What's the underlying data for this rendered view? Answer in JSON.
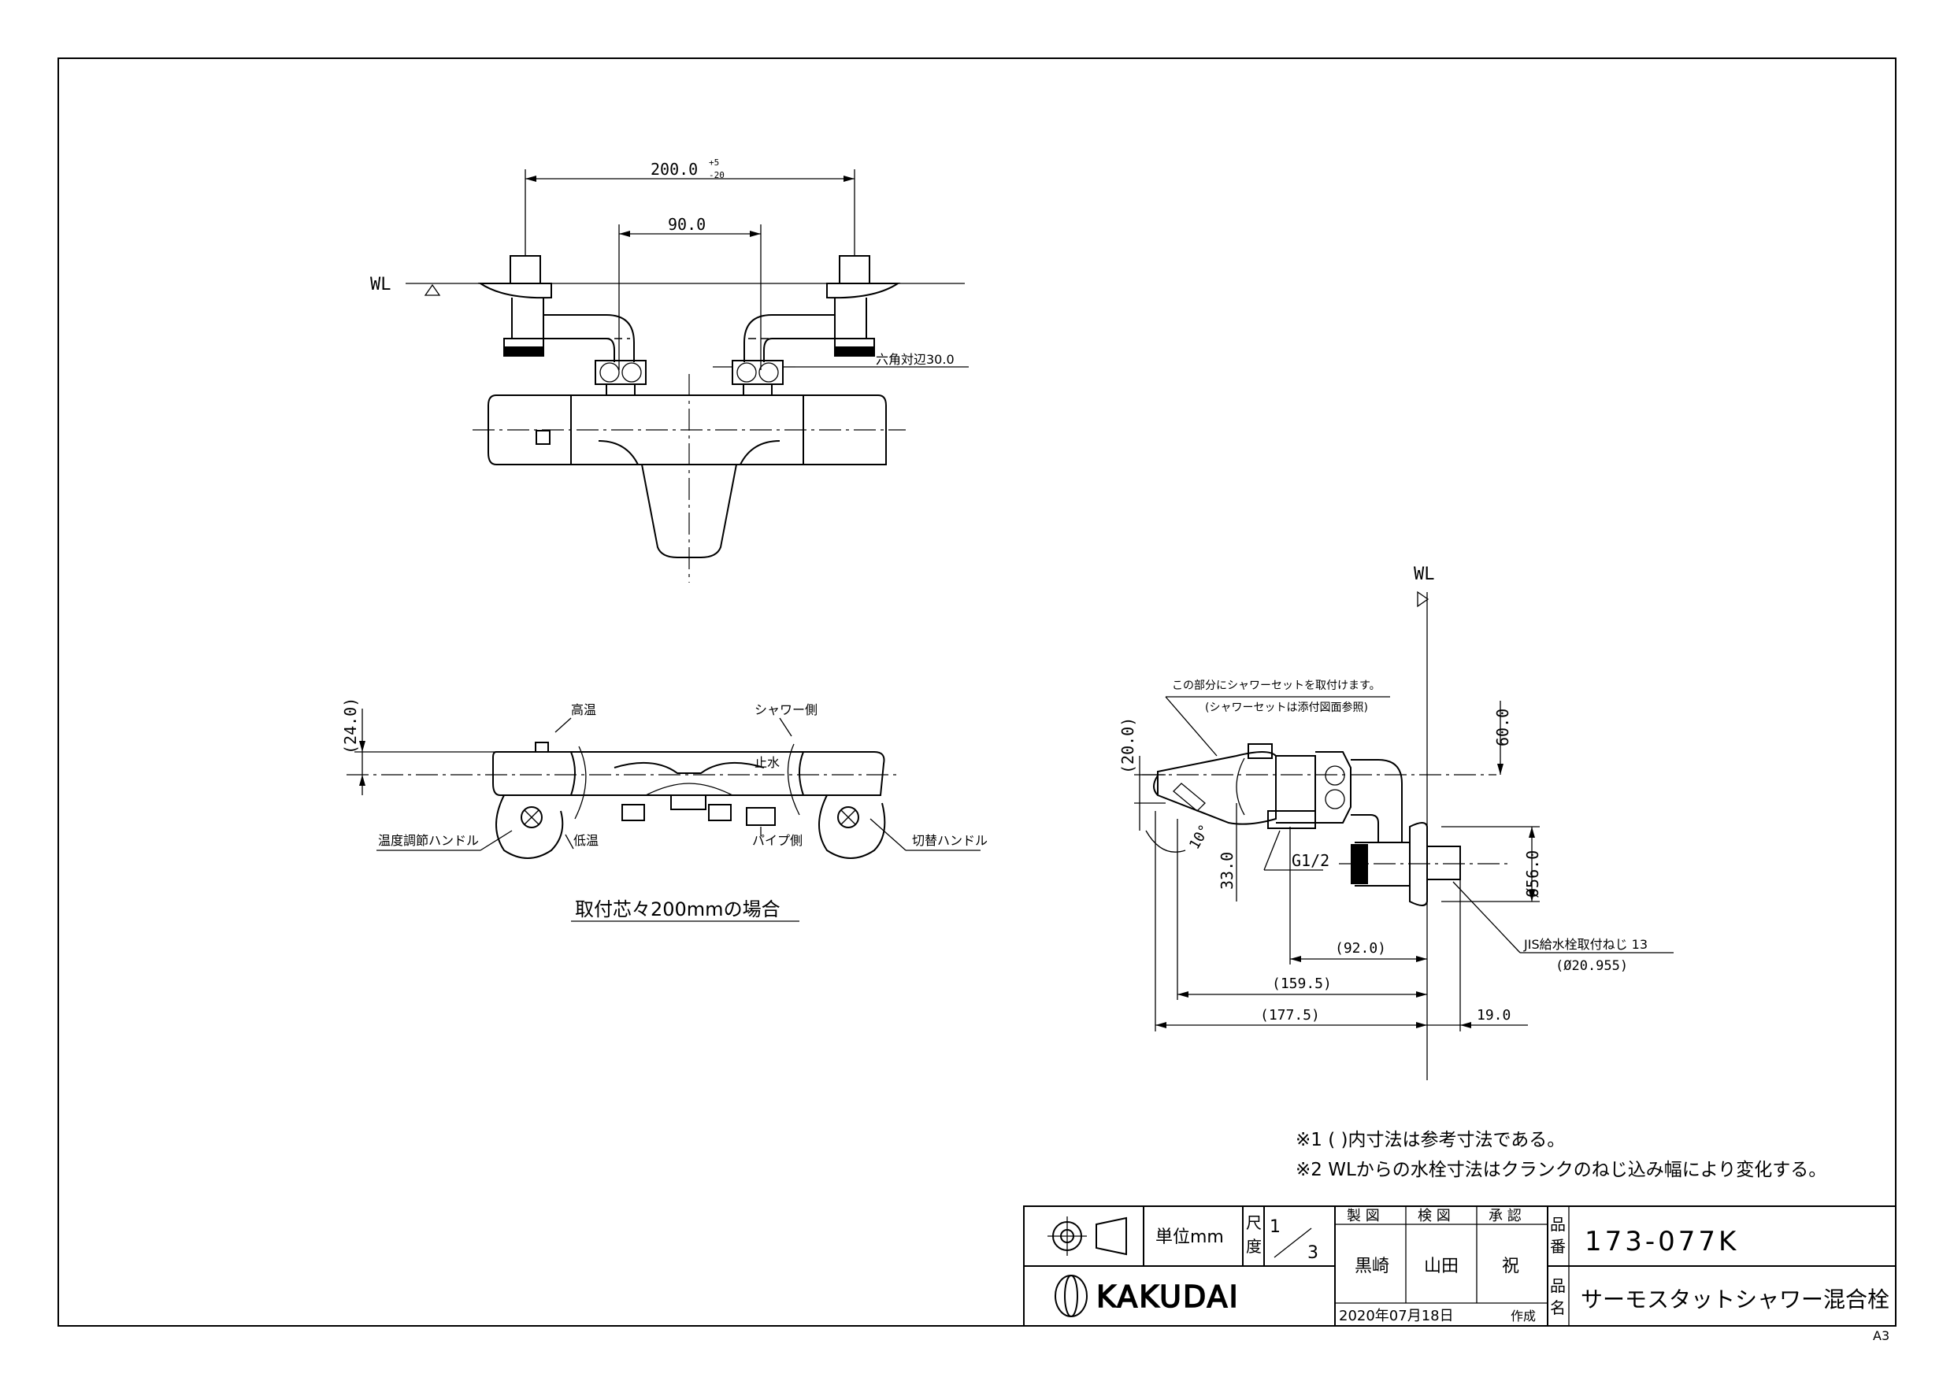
{
  "drawing": {
    "top_view": {
      "dim_overall": "200.0",
      "dim_overall_tol_upper": "+5",
      "dim_overall_tol_lower": "-20",
      "dim_center": "90.0",
      "wl_label": "WL",
      "hex_label": "六角対辺30.0"
    },
    "front_view": {
      "dim_height": "(24.0)",
      "label_high_temp": "高温",
      "label_low_temp": "低温",
      "label_temp_handle": "温度調節ハンドル",
      "label_shower_side": "シャワー側",
      "label_stop_water": "止水",
      "label_pipe_side": "パイプ側",
      "label_switch_handle": "切替ハンドル",
      "caption": "取付芯々200mmの場合"
    },
    "side_view": {
      "wl_label": "WL",
      "note_shower_1": "この部分にシャワーセットを取付けます。",
      "note_shower_2": "(シャワーセットは添付図面参照)",
      "dim_20": "(20.0)",
      "dim_60": "60.0",
      "dim_angle": "10°",
      "dim_33": "33.0",
      "thread_g": "G1/2",
      "dim_56": "Ø56.0",
      "jis_label": "JIS給水栓取付ねじ 13",
      "jis_dim": "(Ø20.955)",
      "dim_92": "(92.0)",
      "dim_159": "(159.5)",
      "dim_177": "(177.5)",
      "dim_19": "19.0"
    },
    "notes": [
      "※1 ( )内寸法は参考寸法である。",
      "※2 WLからの水栓寸法はクランクのねじ込み幅により変化する。"
    ]
  },
  "title_block": {
    "unit": "単位mm",
    "scale_label": "尺度",
    "scale_num": "1",
    "scale_den": "3",
    "col_draw": "製 図",
    "col_check": "検 図",
    "col_approve": "承 認",
    "name_draw": "黒崎",
    "name_check": "山田",
    "name_approve": "祝",
    "date": "2020年07月18日",
    "date_suffix": "作成",
    "part_no_label": "品番",
    "part_no": "173-077K",
    "part_name_label": "品名",
    "part_name": "サーモスタットシャワー混合栓",
    "company": "KAKUDAI",
    "paper_size": "A3"
  }
}
